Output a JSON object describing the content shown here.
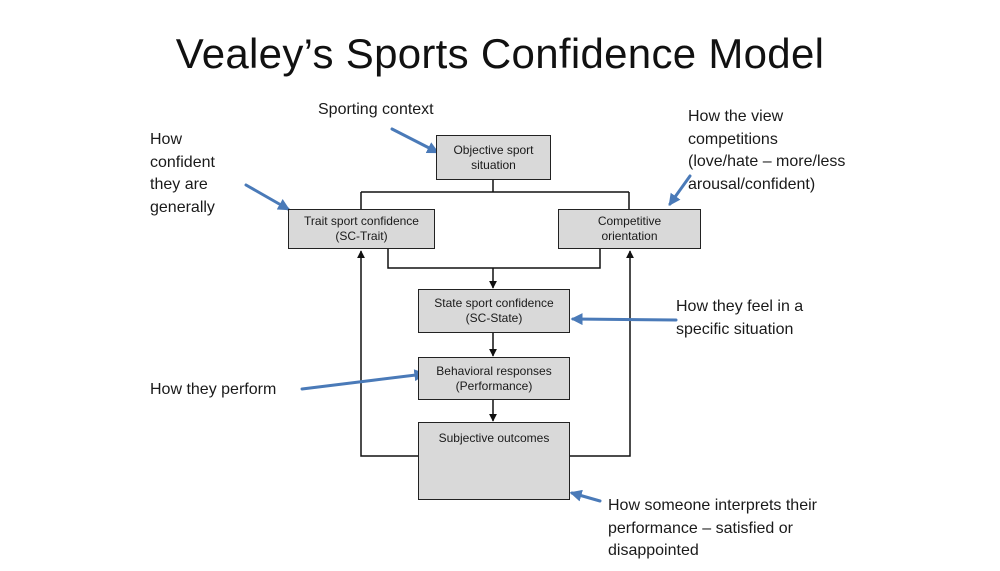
{
  "title": "Vealey’s Sports Confidence Model",
  "colors": {
    "box_fill": "#d9d9d9",
    "box_border": "#222222",
    "connector": "#111111",
    "annotation_arrow": "#4a7ab8"
  },
  "boxes": {
    "objective": {
      "line1": "Objective sport",
      "line2": "situation"
    },
    "trait": {
      "line1": "Trait sport confidence",
      "line2": "(SC-Trait)"
    },
    "competitive": {
      "line1": "Competitive",
      "line2": "orientation"
    },
    "state": {
      "line1": "State sport confidence",
      "line2": "(SC-State)"
    },
    "behavioral": {
      "line1": "Behavioral responses",
      "line2": "(Performance)"
    },
    "subjective": {
      "line1": "Subjective outcomes"
    }
  },
  "annotations": {
    "sporting_context": {
      "lines": [
        "Sporting context"
      ]
    },
    "confident_generally": {
      "lines": [
        "How",
        "confident",
        "they are",
        "generally"
      ]
    },
    "view_competitions": {
      "lines": [
        "How the view",
        "competitions",
        "(love/hate – more/less",
        "arousal/confident)"
      ]
    },
    "feel_specific": {
      "lines": [
        "How they feel in a",
        "specific situation"
      ]
    },
    "perform": {
      "lines": [
        "How they perform"
      ]
    },
    "interprets": {
      "lines": [
        "How someone interprets their",
        "performance – satisfied or",
        "disappointed"
      ]
    }
  }
}
